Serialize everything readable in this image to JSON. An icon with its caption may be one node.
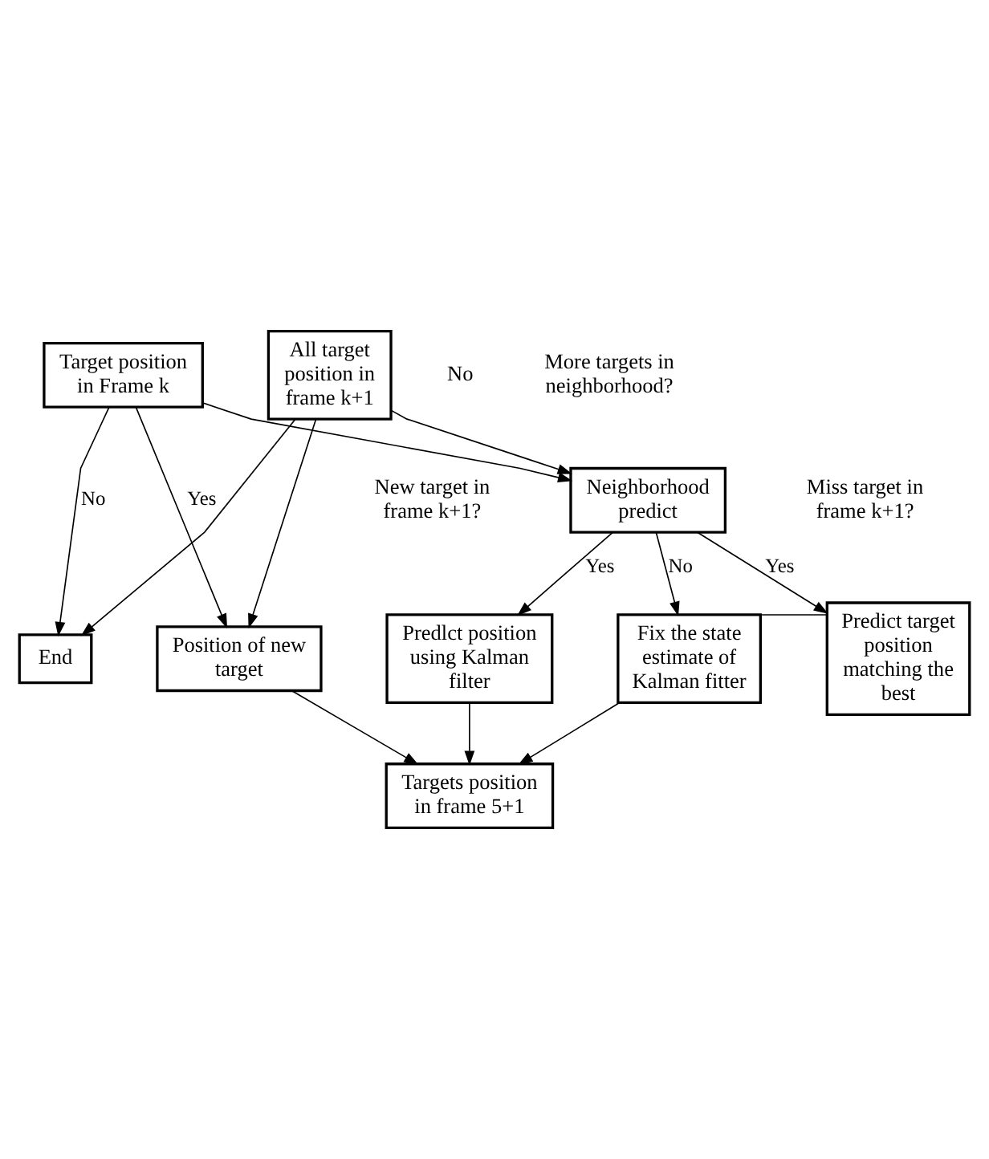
{
  "diagram": {
    "nodes": [
      {
        "text": [
          "Target position in Frame k"
        ]
      },
      {
        "text": [
          "All target position in frame k+1"
        ]
      },
      {
        "text": [
          "Neighborhood predict"
        ]
      },
      {
        "text": [
          "Predlct position using Kalman filter"
        ]
      },
      {
        "text": [
          "End"
        ]
      },
      {
        "text": [
          "Position of new target"
        ]
      },
      {
        "text": [
          "Fix the state estimate of Kalman fitter"
        ]
      },
      {
        "text": [
          "Predict target position matching the best"
        ]
      },
      {
        "text": [
          "Targets position in frame 5+1"
        ]
      }
    ],
    "edges": [
      {
        "from": 0,
        "to": 2,
        "arrow": "to"
      },
      {
        "from": 1,
        "to": 2,
        "arrow": "to"
      },
      {
        "from": 0,
        "to": 4,
        "arrow": "to",
        "label": "No"
      },
      {
        "from": 0,
        "to": 5,
        "arrow": "to",
        "label": "Yes"
      },
      {
        "from": 1,
        "to": 4,
        "arrow": "to"
      },
      {
        "from": 1,
        "to": 5,
        "arrow": "to"
      },
      {
        "from": 2,
        "to": 3,
        "arrow": "to",
        "label": "Yes"
      },
      {
        "from": 2,
        "to": 6,
        "arrow": "to",
        "label": "No"
      },
      {
        "from": 2,
        "to": 7,
        "arrow": "to",
        "label": "Yes"
      },
      {
        "from": 6,
        "to": 7,
        "arrow": "none"
      },
      {
        "from": 5,
        "to": 8,
        "arrow": "to"
      },
      {
        "from": 3,
        "to": 8,
        "arrow": "to"
      },
      {
        "from": 6,
        "to": 8,
        "arrow": "to"
      }
    ],
    "labels": [
      "New target in frame k+1?",
      "Miss target in frame k+1?",
      "No",
      "More targets in neighborhood?"
    ]
  }
}
